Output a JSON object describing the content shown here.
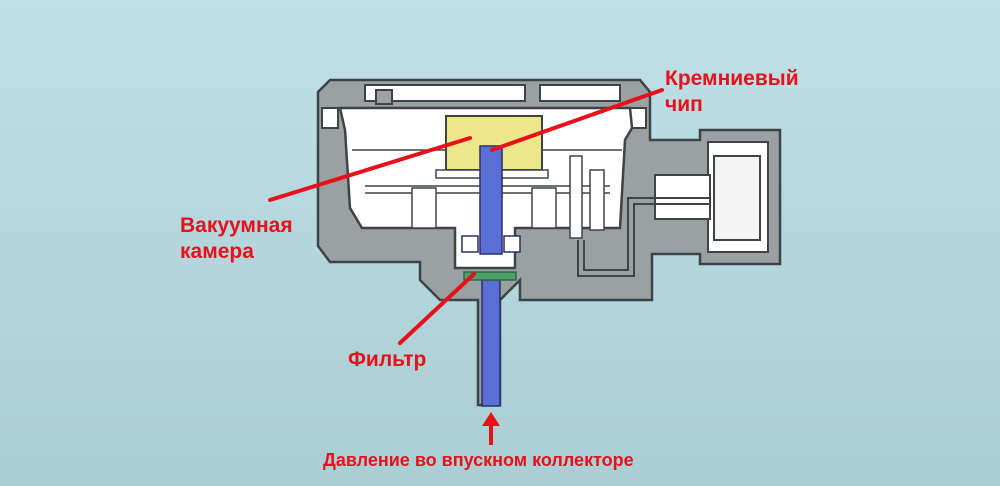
{
  "labels": {
    "silicon_chip": [
      "Кремниевый",
      "чип"
    ],
    "vacuum_chamber": [
      "Вакуумная",
      "камера"
    ],
    "filter": "Фильтр",
    "intake_pressure": "Давление во впускном коллекторе"
  },
  "colors": {
    "background": "#b3d6dc",
    "housing": "#9aa1a3",
    "housing_outline": "#3e4446",
    "chamber": "#ffffff",
    "chip": "#ece88a",
    "channel": "#5a6fd6",
    "filter": "#4ea06a",
    "callout": "#e8101a"
  },
  "icons": {
    "pressure_arrow": "up-arrow-icon"
  }
}
